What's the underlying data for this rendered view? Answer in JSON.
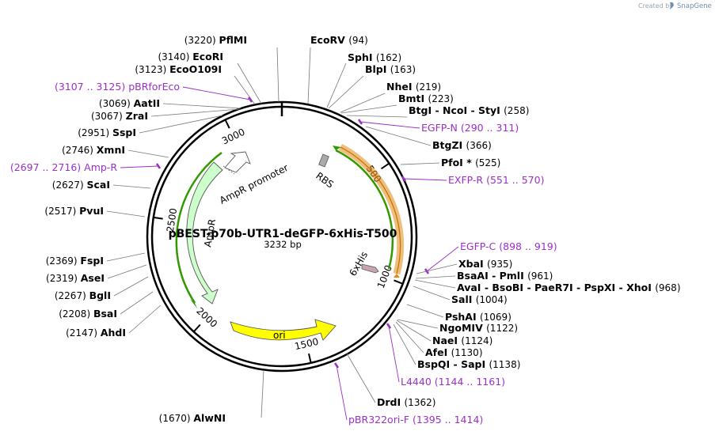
{
  "plasmid": {
    "name": "pBEST-p70b-UTR1-deGFP-6xHis-T500",
    "size_label": "3232 bp",
    "length": 3232
  },
  "branding": {
    "created_by": "Created by",
    "product": "SnapGene"
  },
  "ruler_ticks": [
    {
      "pos": 500,
      "label": "500"
    },
    {
      "pos": 1000,
      "label": "1000"
    },
    {
      "pos": 1500,
      "label": "1500"
    },
    {
      "pos": 2000,
      "label": "2000"
    },
    {
      "pos": 2500,
      "label": "2500"
    },
    {
      "pos": 3000,
      "label": "3000"
    }
  ],
  "features": {
    "amp_promoter": "AmpR promoter",
    "ampr": "AmpR",
    "ori": "ori",
    "rbs": "RBS",
    "his": "6xHis"
  },
  "sites": [
    {
      "name": "PflMI",
      "pos": "(3220)"
    },
    {
      "name": "EcoRV",
      "pos": "(94)"
    },
    {
      "name": "EcoRI",
      "pos": "(3140)"
    },
    {
      "name": "EcoO109I",
      "pos": "(3123)"
    },
    {
      "name": "pBRforEco",
      "pos": "(3107 .. 3125)",
      "primer": true
    },
    {
      "name": "AatII",
      "pos": "(3069)"
    },
    {
      "name": "ZraI",
      "pos": "(3067)"
    },
    {
      "name": "SspI",
      "pos": "(2951)"
    },
    {
      "name": "XmnI",
      "pos": "(2746)"
    },
    {
      "name": "Amp-R",
      "pos": "(2697 .. 2716)",
      "primer": true
    },
    {
      "name": "ScaI",
      "pos": "(2627)"
    },
    {
      "name": "PvuI",
      "pos": "(2517)"
    },
    {
      "name": "FspI",
      "pos": "(2369)"
    },
    {
      "name": "AseI",
      "pos": "(2319)"
    },
    {
      "name": "BglI",
      "pos": "(2267)"
    },
    {
      "name": "BsaI",
      "pos": "(2208)"
    },
    {
      "name": "AhdI",
      "pos": "(2147)"
    },
    {
      "name": "AlwNI",
      "pos": "(1670)"
    },
    {
      "name": "SphI",
      "pos": "(162)"
    },
    {
      "name": "BlpI",
      "pos": "(163)"
    },
    {
      "name": "NheI",
      "pos": "(219)"
    },
    {
      "name": "BmtI",
      "pos": "(223)"
    },
    {
      "name": "BtgI - NcoI - StyI",
      "pos": "(258)"
    },
    {
      "name": "EGFP-N",
      "pos": "(290 .. 311)",
      "primer": true
    },
    {
      "name": "BtgZI",
      "pos": "(366)"
    },
    {
      "name": "PfoI *",
      "pos": "(525)"
    },
    {
      "name": "EXFP-R",
      "pos": "(551 .. 570)",
      "primer": true
    },
    {
      "name": "EGFP-C",
      "pos": "(898 .. 919)",
      "primer": true
    },
    {
      "name": "XbaI",
      "pos": "(935)"
    },
    {
      "name": "BsaAI - PmlI",
      "pos": "(961)"
    },
    {
      "name": "AvaI - BsoBI - PaeR7I - PspXI - XhoI",
      "pos": "(968)"
    },
    {
      "name": "SalI",
      "pos": "(1004)"
    },
    {
      "name": "PshAI",
      "pos": "(1069)"
    },
    {
      "name": "NgoMIV",
      "pos": "(1122)"
    },
    {
      "name": "NaeI",
      "pos": "(1124)"
    },
    {
      "name": "AfeI",
      "pos": "(1130)"
    },
    {
      "name": "BspQI - SapI",
      "pos": "(1138)"
    },
    {
      "name": "L4440",
      "pos": "(1144 .. 1161)",
      "primer": true
    },
    {
      "name": "DrdI",
      "pos": "(1362)"
    },
    {
      "name": "pBR322ori-F",
      "pos": "(1395 .. 1414)",
      "primer": true
    }
  ],
  "colors": {
    "ampr_fill": "#ccffcc",
    "ori_fill": "#ffff00",
    "gfp_orange": "#f0a030",
    "gfp_green": "#339900",
    "primer": "#9b2fc7",
    "backbone": "#000000"
  }
}
